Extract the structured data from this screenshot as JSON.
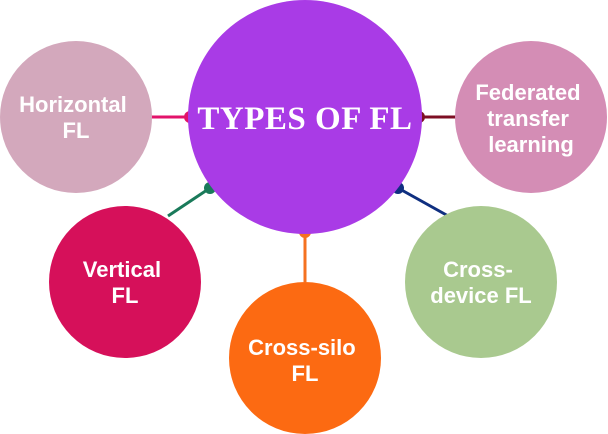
{
  "center": {
    "title": "TYPES OF FL",
    "color": "#a93be6"
  },
  "nodes": {
    "horizontal": {
      "lines": [
        "Horizontal",
        "FL"
      ],
      "color": "#d3a8bc",
      "connector_color": "#e2126a"
    },
    "federated": {
      "lines": [
        "Federated",
        "transfer",
        "learning"
      ],
      "color": "#d48db5",
      "connector_color": "#7d0f23"
    },
    "vertical": {
      "lines": [
        "Vertical",
        "FL"
      ],
      "color": "#d6105a",
      "connector_color": "#1a7a5a"
    },
    "cross_silo": {
      "lines": [
        "Cross-silo",
        "FL"
      ],
      "color": "#fc6a12",
      "connector_color": "#f57220"
    },
    "cross_device": {
      "lines": [
        "Cross-",
        "device FL"
      ],
      "color": "#a9c98f",
      "connector_color": "#0f2f80"
    }
  }
}
